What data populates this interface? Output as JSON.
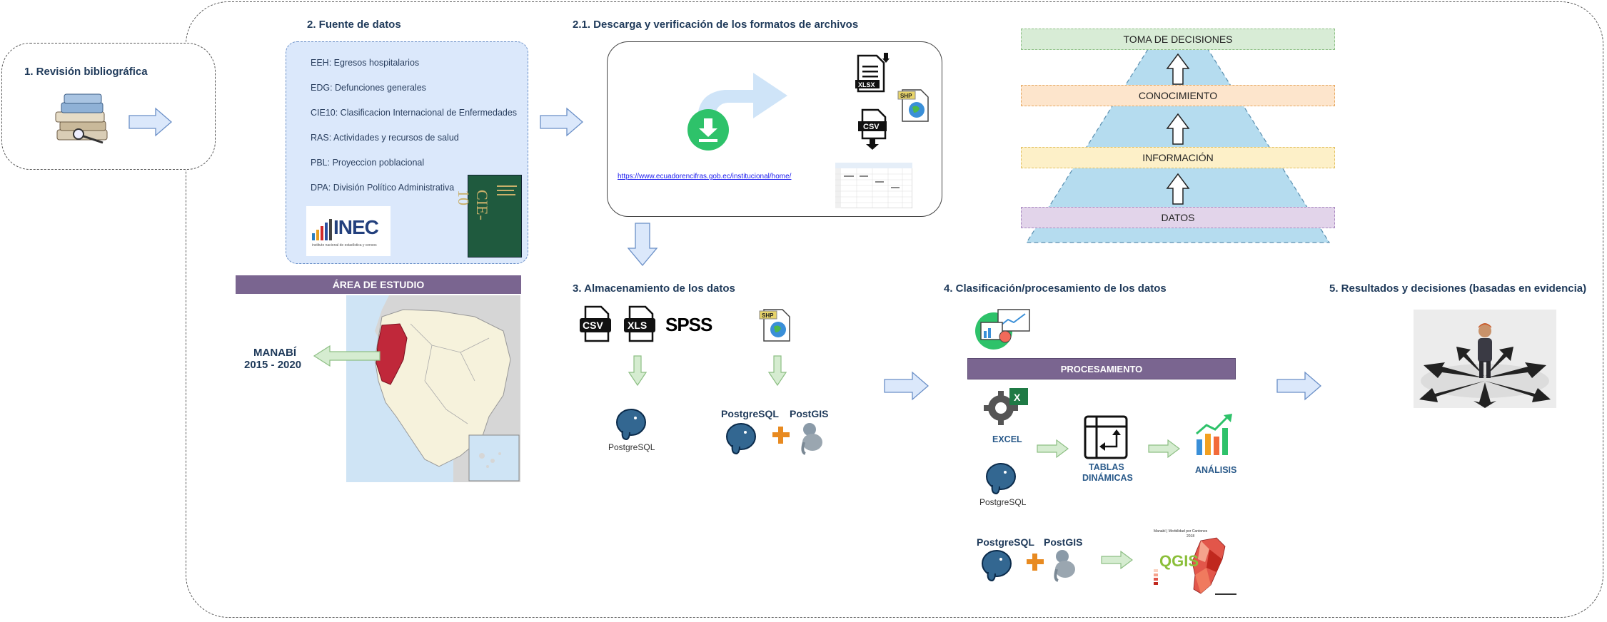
{
  "steps": {
    "step1": "1. Revisión bibliográfica",
    "step2": "2. Fuente de datos",
    "step21": "2.1. Descarga y verificación de los formatos de archivos",
    "step3": "3. Almacenamiento de los datos",
    "step4": "4. Clasificación/procesamiento de los datos",
    "step5": "5. Resultados y decisiones (basadas en evidencia)"
  },
  "sources": [
    "EEH: Egresos hospitalarios",
    "EDG: Defunciones generales",
    "CIE10: Clasificacion Internacional de Enfermedades",
    "RAS: Actividades y recursos de salud",
    "PBL: Proyeccion poblacional",
    "DPA: División Político Administrativa"
  ],
  "logos": {
    "inec": "INEC",
    "inec_sub": "instituto nacional de estadística y censos",
    "cie": "CIE-10"
  },
  "download": {
    "url": "https://www.ecuadorencifras.gob.ec/institucional/home/",
    "xlsx": "XLSX",
    "shp": "SHP",
    "csv": "CSV"
  },
  "pyramid": [
    "TOMA DE DECISIONES",
    "CONOCIMIENTO",
    "INFORMACIÓN",
    "DATOS"
  ],
  "study_area": {
    "title": "ÁREA DE ESTUDIO",
    "region": "MANABÍ",
    "years": "2015 - 2020"
  },
  "storage": {
    "csv": "CSV",
    "xls": "XLS",
    "spss": "SPSS",
    "shp": "SHP",
    "postgres": "PostgreSQL",
    "postgres_bold": "PostgreSQL",
    "postgis": "PostGIS"
  },
  "processing": {
    "title": "PROCESAMIENTO",
    "excel": "EXCEL",
    "pivot_1": "TABLAS",
    "pivot_2": "DINÁMICAS",
    "analysis": "ANÁLISIS",
    "postgres": "PostgreSQL",
    "postgres_bold": "PostgreSQL",
    "postgis": "PostGIS",
    "qgis": "QGIS",
    "map_title": "Manabí | Morbilidad por Cantones",
    "map_year": "2018"
  },
  "colors": {
    "arrow_blue": "#dbe8fb",
    "arrow_green": "#d5ecd0",
    "purple_bar": "#7a6590",
    "pyr_decision": "#d8ecd6",
    "pyr_knowledge": "#fde5cc",
    "pyr_info": "#fdf0c8",
    "pyr_data": "#e2d4ea",
    "pyr_body": "#b5dcef",
    "manabi": "#c0283a"
  }
}
